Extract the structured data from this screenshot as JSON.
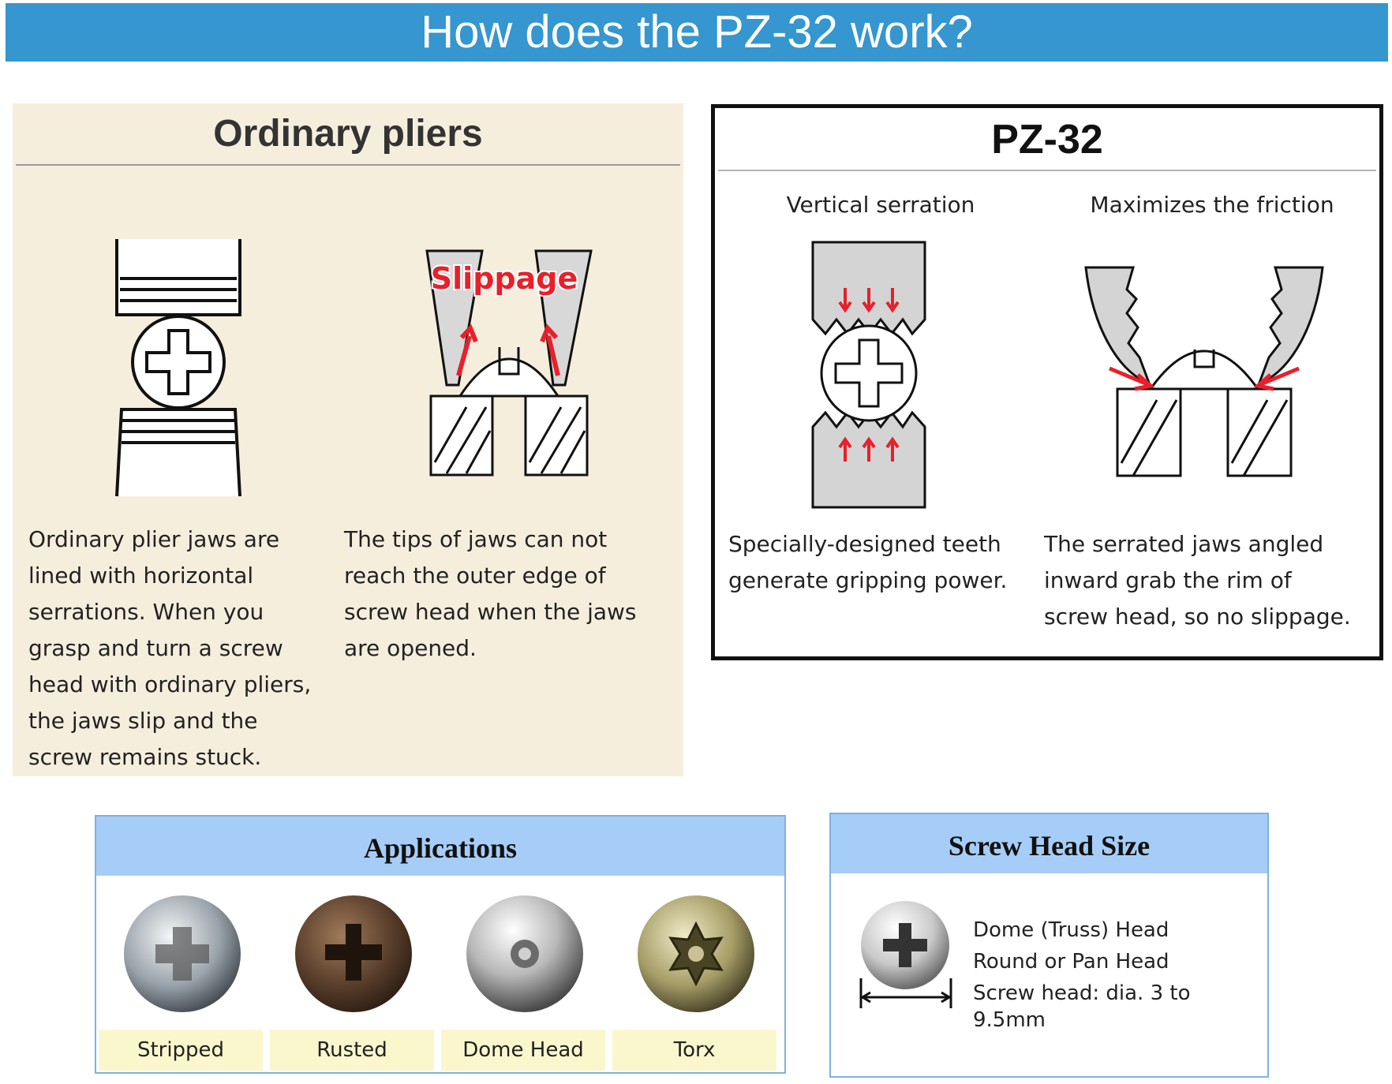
{
  "banner": {
    "title": "How does the PZ-32 work?"
  },
  "ordinary": {
    "title": "Ordinary pliers",
    "figure_label": "Slippage",
    "desc_left": "Ordinary plier jaws are\nlined with horizontal\nserrations. When you\ngrasp and turn a screw\nhead with ordinary pliers,\nthe jaws slip and the\nscrew remains stuck.",
    "desc_right": "The tips of jaws can not\nreach the outer edge of\nscrew head when the jaws\nare opened."
  },
  "pz32": {
    "title": "PZ-32",
    "sub_left": "Vertical serration",
    "sub_right": "Maximizes the friction",
    "desc_left": "Specially-designed teeth\ngenerate gripping power.",
    "desc_right": "The serrated jaws angled\ninward grab the rim of\nscrew head, so no slippage."
  },
  "applications": {
    "title": "Applications",
    "items": [
      {
        "label": "Stripped",
        "icon": "stripped-screw-photo"
      },
      {
        "label": "Rusted",
        "icon": "rusted-screw-photo"
      },
      {
        "label": "Dome Head",
        "icon": "dome-head-screw-photo"
      },
      {
        "label": "Torx",
        "icon": "torx-screw-photo"
      }
    ]
  },
  "screw_size": {
    "title": "Screw Head Size",
    "lines": [
      "Dome (Truss) Head",
      "Round or Pan Head",
      "Screw head: dia. 3 to 9.5mm"
    ]
  },
  "colors": {
    "banner": "#3596d0",
    "panel": "#f6eedd",
    "box_header": "#a6cdf7",
    "label_bg": "#fbf7cd",
    "arrow": "#e8202a"
  }
}
